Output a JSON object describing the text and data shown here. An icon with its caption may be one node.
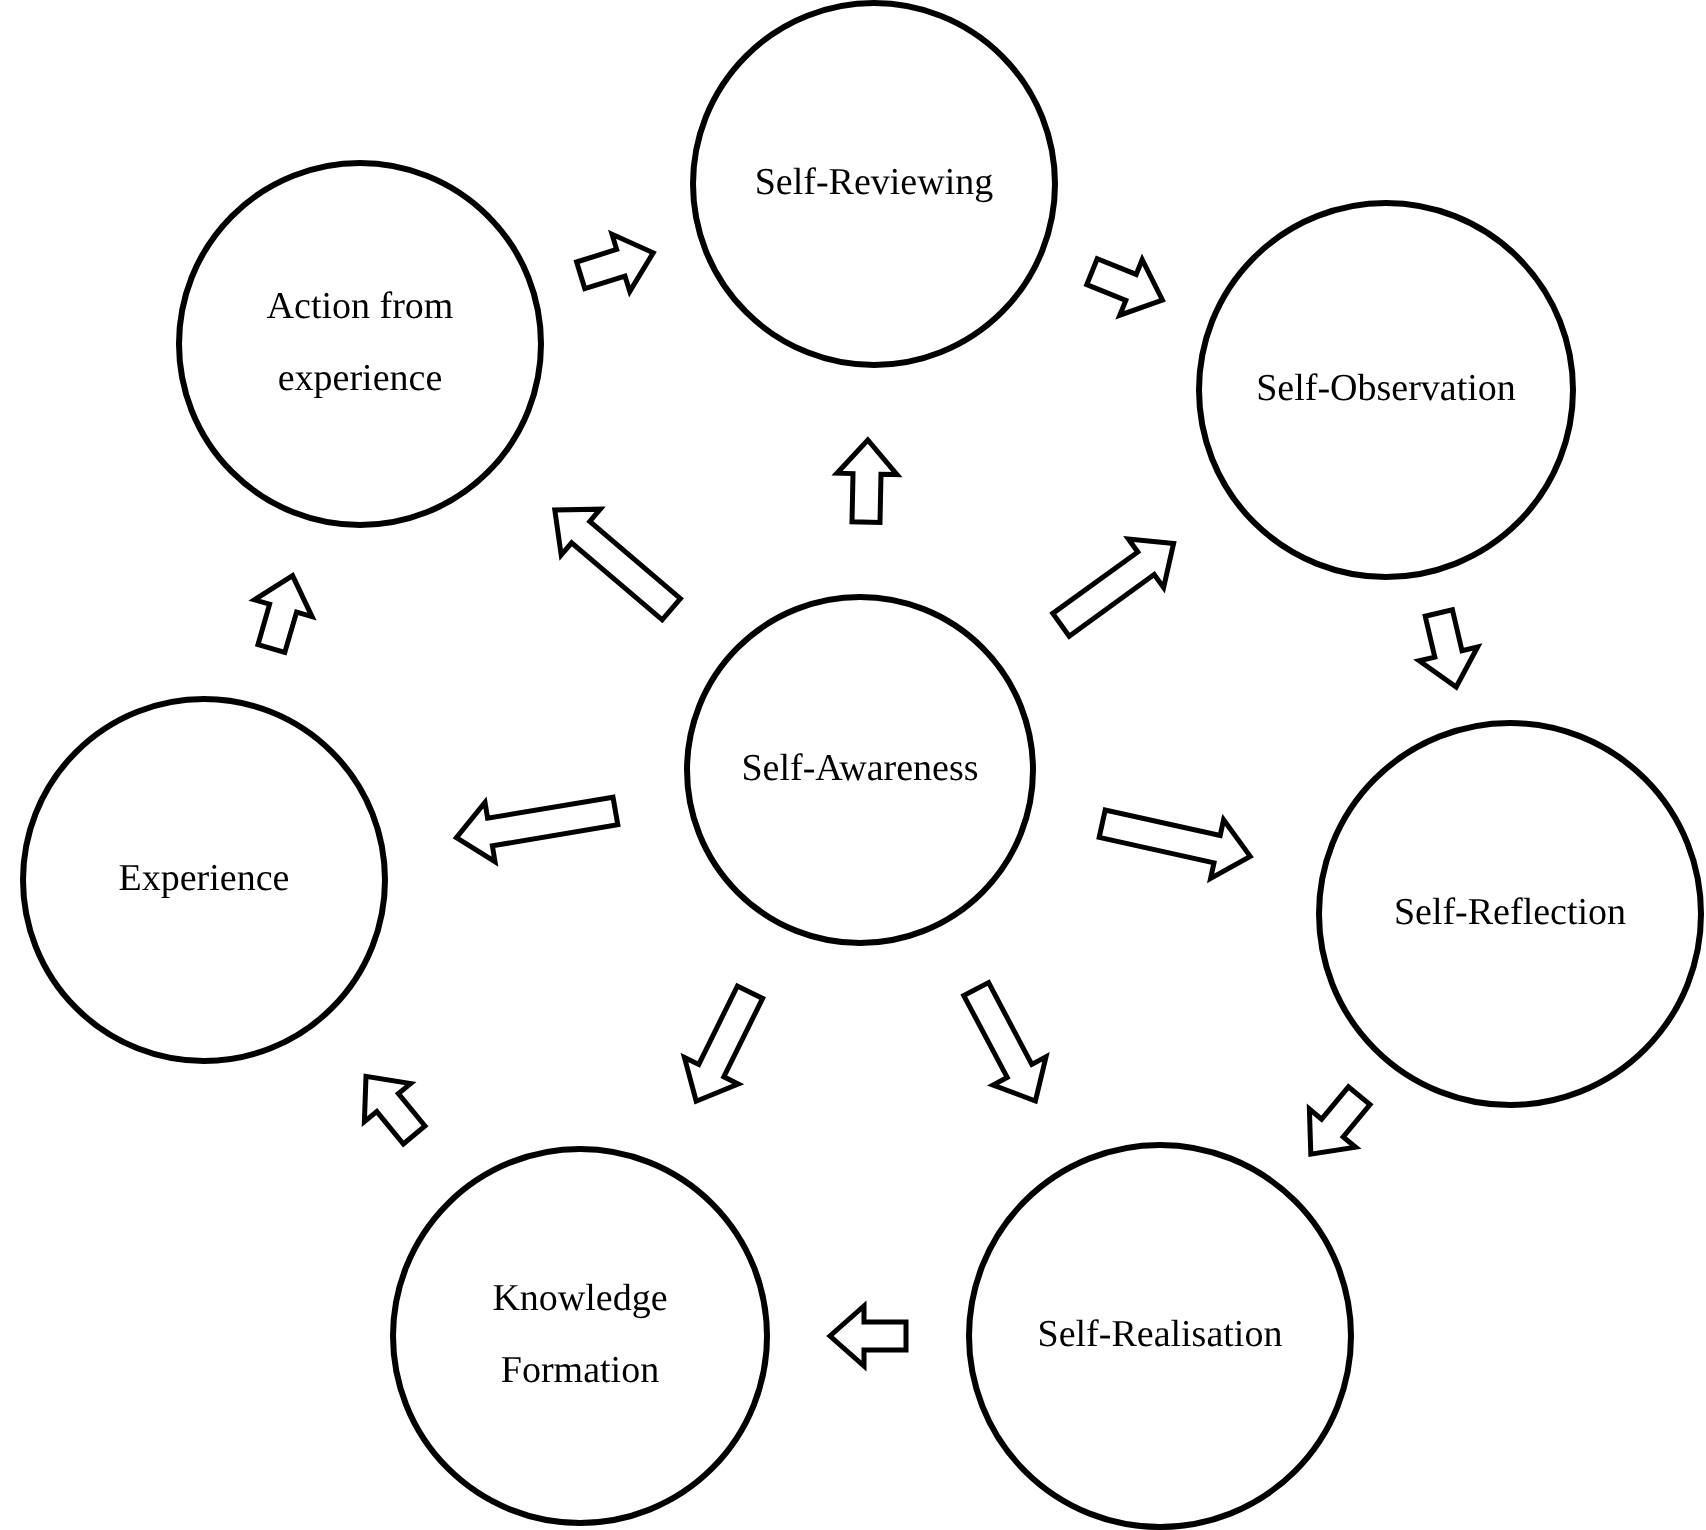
{
  "diagram": {
    "nodes": [
      {
        "text": [
          "Self-Reviewing"
        ]
      },
      {
        "text": [
          "Action from experience"
        ]
      },
      {
        "text": [
          "Self-Observation"
        ]
      },
      {
        "text": [
          "Self-Awareness"
        ]
      },
      {
        "text": [
          "Experience"
        ]
      },
      {
        "text": [
          "Self-Reflection"
        ]
      },
      {
        "text": [
          "Knowledge Formation"
        ]
      },
      {
        "text": [
          "Self-Realisation"
        ]
      }
    ],
    "edges": [
      {
        "from": 0,
        "to": 2,
        "arrow": "to"
      },
      {
        "from": 2,
        "to": 5,
        "arrow": "to"
      },
      {
        "from": 5,
        "to": 7,
        "arrow": "to"
      },
      {
        "from": 7,
        "to": 6,
        "arrow": "to"
      },
      {
        "from": 6,
        "to": 4,
        "arrow": "to"
      },
      {
        "from": 4,
        "to": 1,
        "arrow": "to"
      },
      {
        "from": 1,
        "to": 0,
        "arrow": "to"
      },
      {
        "from": 3,
        "to": 0,
        "arrow": "to"
      },
      {
        "from": 3,
        "to": 1,
        "arrow": "to"
      },
      {
        "from": 3,
        "to": 2,
        "arrow": "to"
      },
      {
        "from": 3,
        "to": 4,
        "arrow": "to"
      },
      {
        "from": 3,
        "to": 5,
        "arrow": "to"
      },
      {
        "from": 3,
        "to": 6,
        "arrow": "to"
      },
      {
        "from": 3,
        "to": 7,
        "arrow": "to"
      }
    ]
  }
}
